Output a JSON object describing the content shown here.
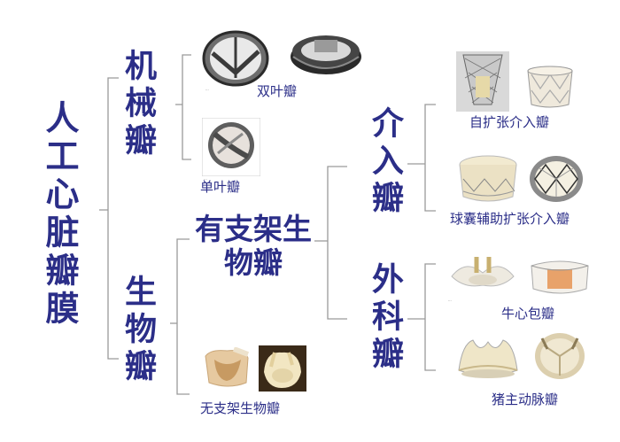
{
  "root": {
    "label": "人工心脏瓣膜"
  },
  "mechanical": {
    "label": "机械瓣",
    "bileaflet": {
      "label": "双叶瓣",
      "fineprint": "..."
    },
    "monoleaflet": {
      "label": "单叶瓣",
      "fineprint": "..."
    }
  },
  "bioprosthetic": {
    "label": "生物瓣",
    "stented": {
      "label": "有支架生物瓣",
      "interventional": {
        "label": "介入瓣",
        "self_expanding": {
          "label": "自扩张介入瓣"
        },
        "balloon_expandable": {
          "label": "球囊辅助扩张介入瓣"
        }
      },
      "surgical": {
        "label": "外科瓣",
        "bovine_pericardial": {
          "label": "牛心包瓣",
          "fineprint": "..."
        },
        "porcine_aortic": {
          "label": "猪主动脉瓣"
        }
      }
    },
    "stentless": {
      "label": "无支架生物瓣"
    }
  },
  "colors": {
    "text": "#2b2e88",
    "lines": "#9a9a9a",
    "background": "#ffffff"
  }
}
